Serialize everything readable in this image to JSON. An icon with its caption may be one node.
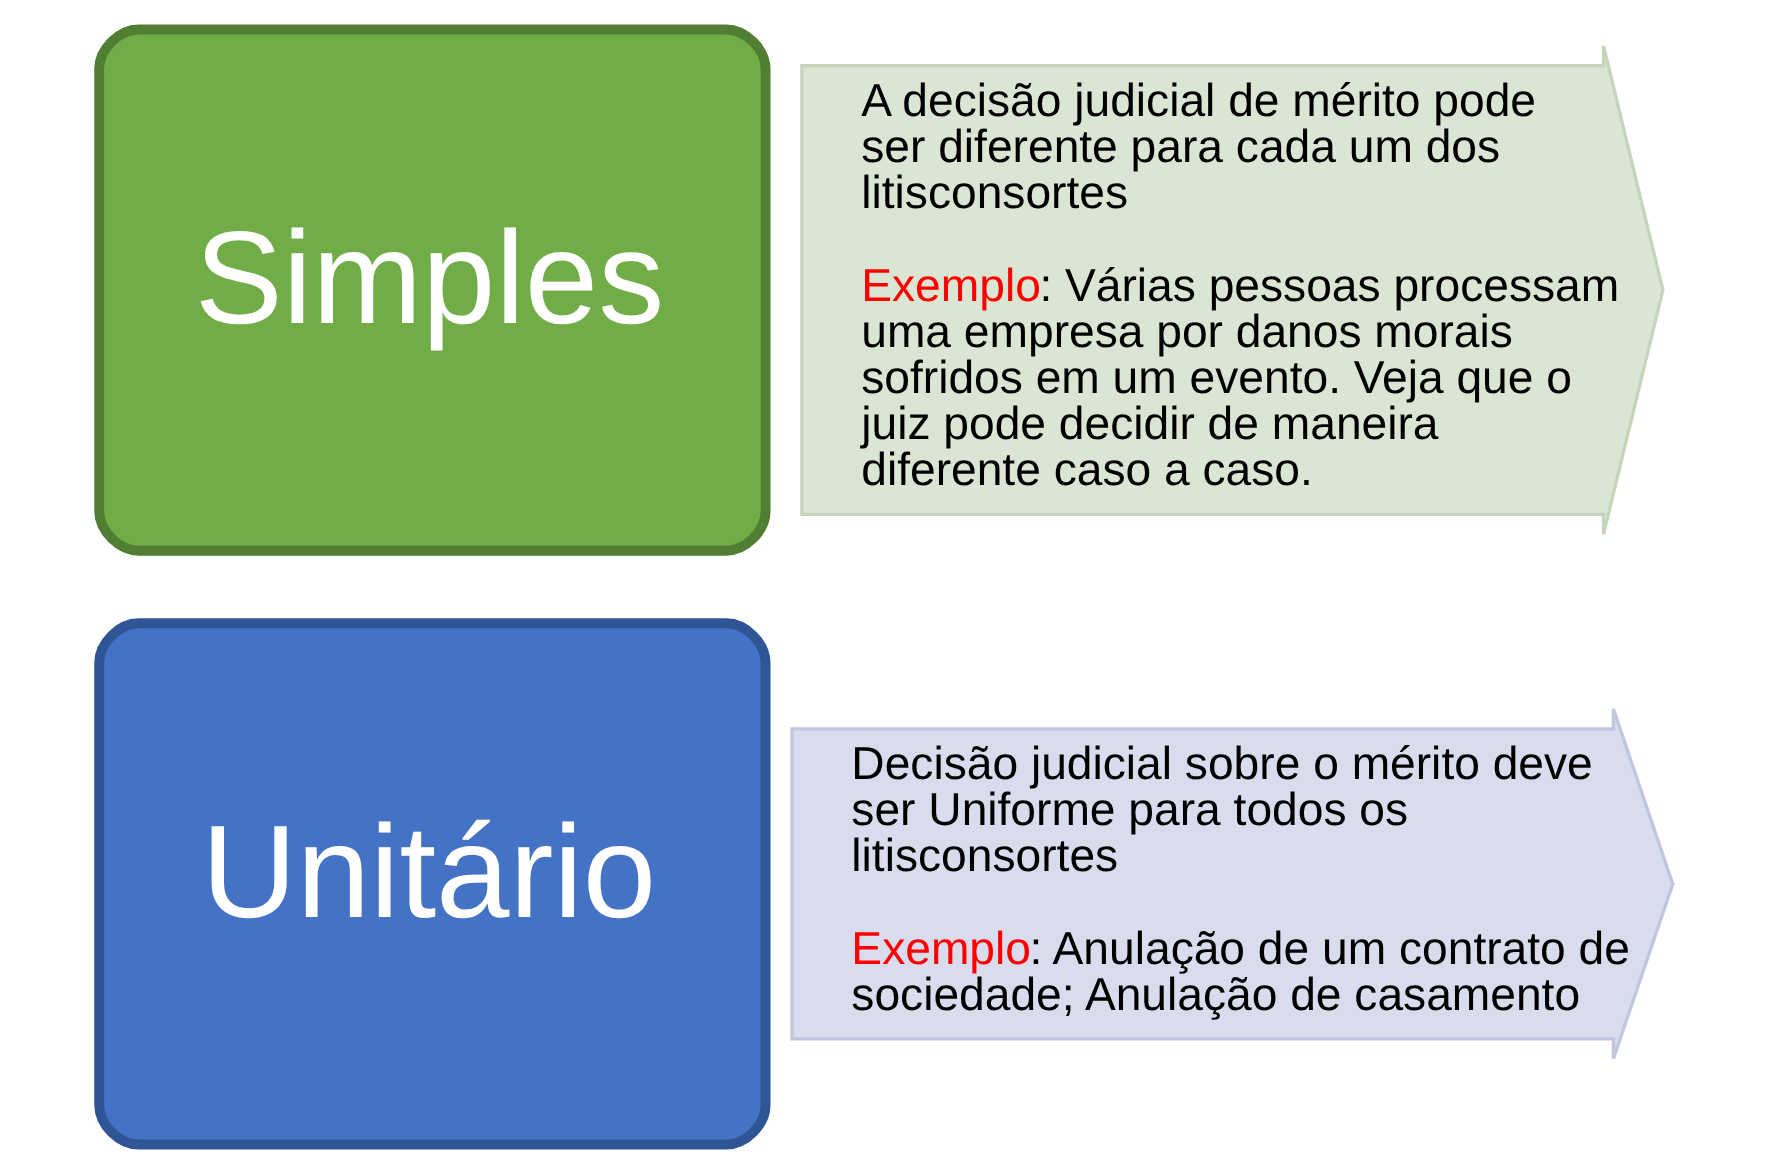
{
  "diagram": {
    "nodes": [
      {
        "text": [
          "Unitário"
        ]
      },
      {
        "text": [
          "Decisão judicial sobre o mérito deve ser Uniforme para todos os litisconsortes",
          "Exemplo: Anulação de um contrato de sociedade; Anulação de casamento"
        ]
      },
      {
        "text": [
          "Simples"
        ]
      },
      {
        "text": [
          "A decisão judicial de mérito pode ser diferente para cada um dos litisconsortes",
          "Exemplo: Várias pessoas processam uma empresa por danos morais sofridos em um evento. Veja que o juiz pode decidir de maneira diferente caso a caso."
        ]
      }
    ]
  }
}
